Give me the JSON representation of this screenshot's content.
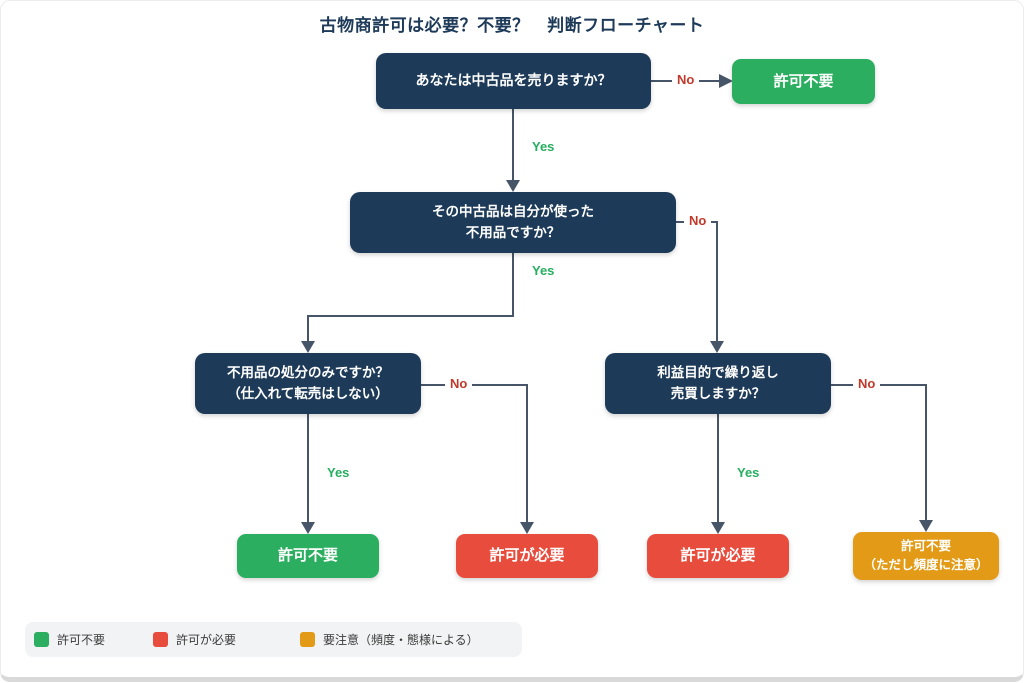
{
  "title": "古物商許可は必要？不要？　判断フローチャート",
  "colors": {
    "navy": "#1d3a58",
    "green": "#2bae60",
    "red": "#e74c3c",
    "orange": "#e39b17",
    "arrow": "#475569",
    "yes_label": "#27ae60",
    "no_label": "#c0392b",
    "legend_bg": "#f1f3f5"
  },
  "nodes": {
    "q1": "あなたは中古品を売りますか？",
    "q2": "その中古品は自分が使った\n不用品ですか？",
    "q3": "不用品の処分のみですか？\n（仕入れて転売はしない）",
    "q4": "利益目的で繰り返し\n売買しますか？",
    "result_top_no_permit": "許可不要",
    "result_left_no_permit": "許可不要",
    "result_left_permit": "許可が必要",
    "result_right_permit": "許可が必要",
    "result_caution": "許可不要\n（ただし頻度に注意）"
  },
  "edge_labels": {
    "yes": "Yes",
    "no": "No"
  },
  "legend": {
    "items": [
      {
        "label": "許可不要",
        "color": "#2bae60"
      },
      {
        "label": "許可が必要",
        "color": "#e74c3c"
      },
      {
        "label": "要注意（頻度・態様による）",
        "color": "#e39b17"
      }
    ]
  }
}
